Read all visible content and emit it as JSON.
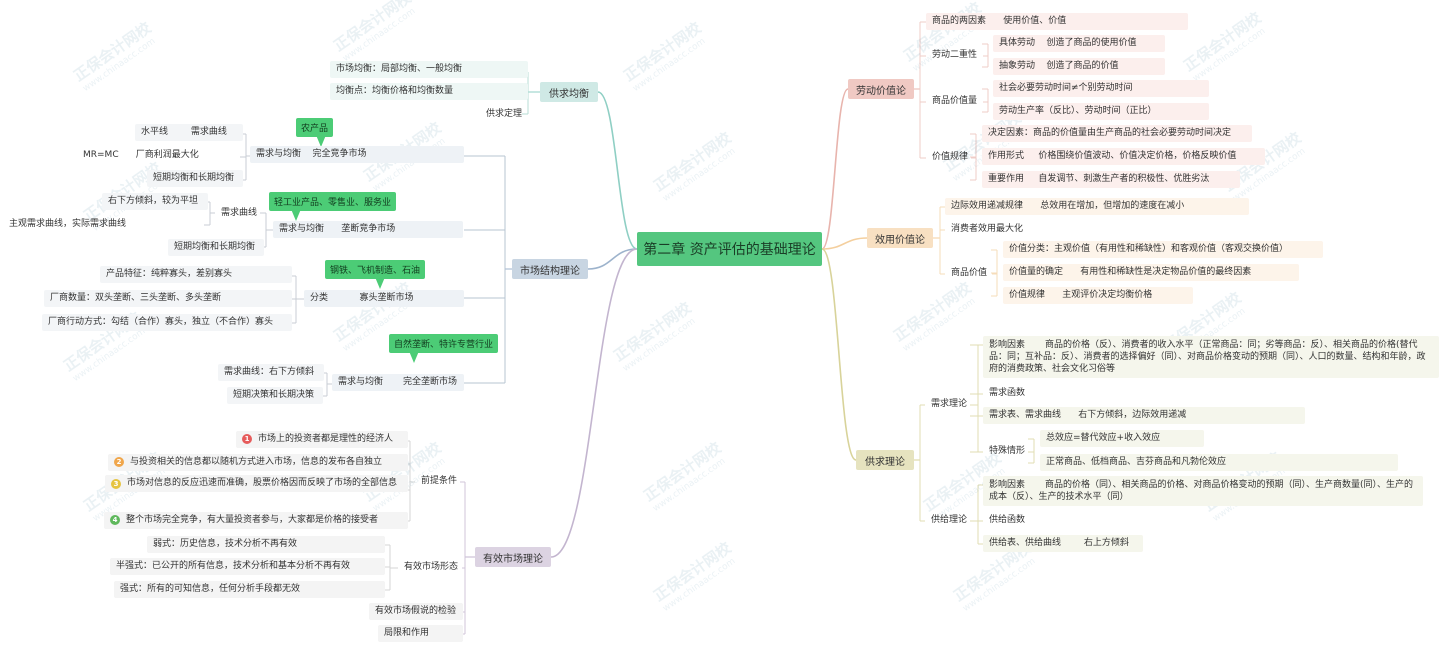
{
  "root": "第二章 资产评估的基础理论",
  "hubs": {
    "gongqiu_junheng": "供求均衡",
    "shichang_jiegou": "市场结构理论",
    "youxiao_shichang": "有效市场理论",
    "laodong_jiazhi": "劳动价值论",
    "xiaoyong_jiazhi": "效用价值论",
    "gongqiu_lilun": "供求理论"
  },
  "gqjh": {
    "jh": "市场均衡：局部均衡、一般均衡",
    "jhd": "均衡点：均衡价格和均衡数量",
    "dl": "供求定理"
  },
  "wqjz": {
    "pill": "农产品",
    "main_a": "需求与均衡",
    "main_b": "完全竞争市场",
    "c1": "水平线",
    "c1b": "需求曲线",
    "c2": "MR=MC",
    "c2b": "厂商利润最大化",
    "c3": "短期均衡和长期均衡"
  },
  "lsjz": {
    "pill": "轻工业产品、零售业、服务业",
    "main_a": "需求与均衡",
    "main_b": "垄断竞争市场",
    "xqqx": "需求曲线",
    "c1": "右下方倾斜，较为平坦",
    "c2": "主观需求曲线，实际需求曲线",
    "c3": "短期均衡和长期均衡"
  },
  "gtld": {
    "pill": "钢铁、飞机制造、石油",
    "main_a": "分类",
    "main_b": "寡头垄断市场",
    "c1": "产品特征：纯粹寡头，差别寡头",
    "c2": "厂商数量：双头垄断、三头垄断、多头垄断",
    "c3": "厂商行动方式：勾结（合作）寡头，独立（不合作）寡头"
  },
  "wqld": {
    "pill": "自然垄断、特许专营行业",
    "main_a": "需求与均衡",
    "main_b": "完全垄断市场",
    "c1": "需求曲线：右下方倾斜",
    "c2": "短期决策和长期决策"
  },
  "yxsc": {
    "qttj": "前提条件",
    "p1": "市场上的投资者都是理性的经济人",
    "p2": "与投资相关的信息都以随机方式进入市场，信息的发布各自独立",
    "p3": "市场对信息的反应迅速而准确，股票价格因而反映了市场的全部信息",
    "p4": "整个市场完全竞争，有大量投资者参与，大家都是价格的接受者",
    "n1": "1",
    "n2": "2",
    "n3": "3",
    "n4": "4",
    "xt": "有效市场形态",
    "x1": "弱式：历史信息，技术分析不再有效",
    "x2": "半强式：已公开的所有信息，技术分析和基本分析不再有效",
    "x3": "强式：所有的可知信息，任何分析手段都无效",
    "jy": "有效市场假说的检验",
    "jx": "局限和作用"
  },
  "ldjz": {
    "r1a": "商品的两因素",
    "r1b": "使用价值、价值",
    "r2": "劳动二重性",
    "r2a": "具体劳动",
    "r2ab": "创造了商品的使用价值",
    "r2b": "抽象劳动",
    "r2bb": "创造了商品的价值",
    "r3": "商品价值量",
    "r3a": "社会必要劳动时间≠个别劳动时间",
    "r3b": "劳动生产率（反比）、劳动时间（正比）",
    "r4": "价值规律",
    "r4a": "决定因素：商品的价值量由生产商品的社会必要劳动时间决定",
    "r4b": "作用形式",
    "r4bb": "价格围绕价值波动、价值决定价格，价格反映价值",
    "r4c": "重要作用",
    "r4cb": "自发调节、刺激生产者的积极性、优胜劣汰"
  },
  "xyjz": {
    "r1a": "边际效用递减规律",
    "r1b": "总效用在增加，但增加的速度在减小",
    "r2": "消费者效用最大化",
    "r3": "商品价值",
    "r3a": "价值分类：主观价值（有用性和稀缺性）和客观价值（客观交换价值）",
    "r3b": "价值量的确定",
    "r3bb": "有用性和稀缺性是决定物品价值的最终因素",
    "r3c": "价值规律",
    "r3cb": "主观评价决定均衡价格"
  },
  "gqll": {
    "xq": "需求理论",
    "xq1": "影响因素",
    "xq1b": "商品的价格（反）、消费者的收入水平（正常商品：同；劣等商品：反）、相关商品的价格(替代品：同；互补品：反）、消费者的选择偏好（同）、对商品价格变动的预期（同）、人口的数量、结构和年龄，政府的消费政策、社会文化习俗等",
    "xq2": "需求函数",
    "xq3": "需求表、需求曲线",
    "xq3b": "右下方倾斜，边际效用递减",
    "xq4": "特殊情形",
    "xq4a": "总效应=替代效应+收入效应",
    "xq4b": "正常商品、低档商品、吉芬商品和凡勃伦效应",
    "gj": "供给理论",
    "gj1": "影响因素",
    "gj1b": "商品的价格（同）、相关商品的价格、对商品价格变动的预期（同）、生产商数量(同）、生产的成本（反）、生产的技术水平（同）",
    "gj2": "供给函数",
    "gj3": "供给表、供给曲线",
    "gj3b": "右上方倾斜"
  },
  "watermark": {
    "cn": "正保会计网校",
    "en": "www.chinaacc.com"
  },
  "colors": {
    "root": "#54c67f",
    "pill": "#4ccc76",
    "teal": "#8fcfc4",
    "blue": "#9db3cc",
    "purple": "#c3b5cf",
    "red": "#e8b4ad",
    "orange": "#f4cf9e",
    "olive": "#d8d39a",
    "n1": "#e65b5b",
    "n2": "#f0a64b",
    "n3": "#e6c441",
    "n4": "#5fb85c"
  }
}
